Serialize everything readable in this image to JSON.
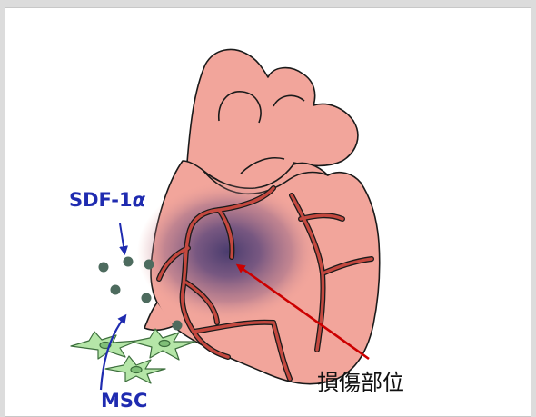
{
  "labels": {
    "sdf": "SDF-1",
    "sdf_greek": "α",
    "msc": "MSC",
    "injury": "損傷部位"
  },
  "colors": {
    "heart_fill": "#f2a59b",
    "heart_stroke": "#1a1a1a",
    "vessel_fill": "#c4483f",
    "injury_center": "#5a4878",
    "label_blue": "#1f2bb0",
    "arrow_red": "#cc0000",
    "dot": "#4d6b5e",
    "msc_cell": "#b5e6a8"
  },
  "icons": [
    "heart-illustration",
    "sdf1-molecule-dot",
    "msc-cell",
    "pointer-arrow"
  ]
}
